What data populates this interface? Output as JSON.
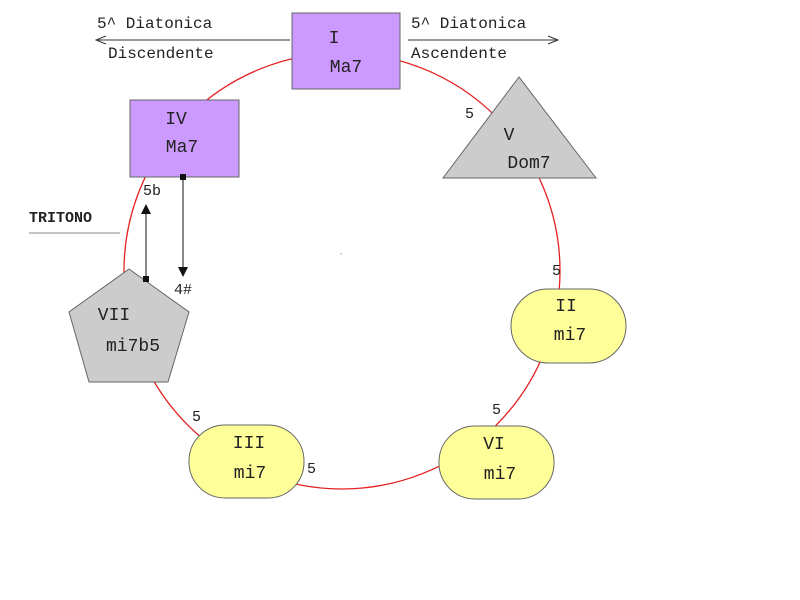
{
  "header": {
    "left_line1": "5^ Diatonica",
    "left_line2": "Discendente",
    "right_line1": "5^ Diatonica",
    "right_line2": "Ascendente"
  },
  "tritone_label": "TRITONO",
  "nodes": {
    "I": {
      "degree": "I",
      "quality": "Ma7",
      "color": "#cc99ff"
    },
    "IV": {
      "degree": "IV",
      "quality": "Ma7",
      "color": "#cc99ff"
    },
    "V": {
      "degree": "V",
      "quality": "Dom7",
      "color": "#cccccc"
    },
    "II": {
      "degree": "II",
      "quality": "mi7",
      "color": "#ffff99"
    },
    "VI": {
      "degree": "VI",
      "quality": "mi7",
      "color": "#ffff99"
    },
    "III": {
      "degree": "III",
      "quality": "mi7",
      "color": "#ffff99"
    },
    "VII": {
      "degree": "VII",
      "quality": "mi7b5",
      "color": "#cccccc"
    }
  },
  "intervals": {
    "i_v": "5",
    "v_ii": "5",
    "ii_vi": "5",
    "vi_iii": "5",
    "iii_vii": "5",
    "flat5": "5b",
    "sharp4": "4#"
  },
  "colors": {
    "circle": "#e52020",
    "stroke": "#555555"
  }
}
